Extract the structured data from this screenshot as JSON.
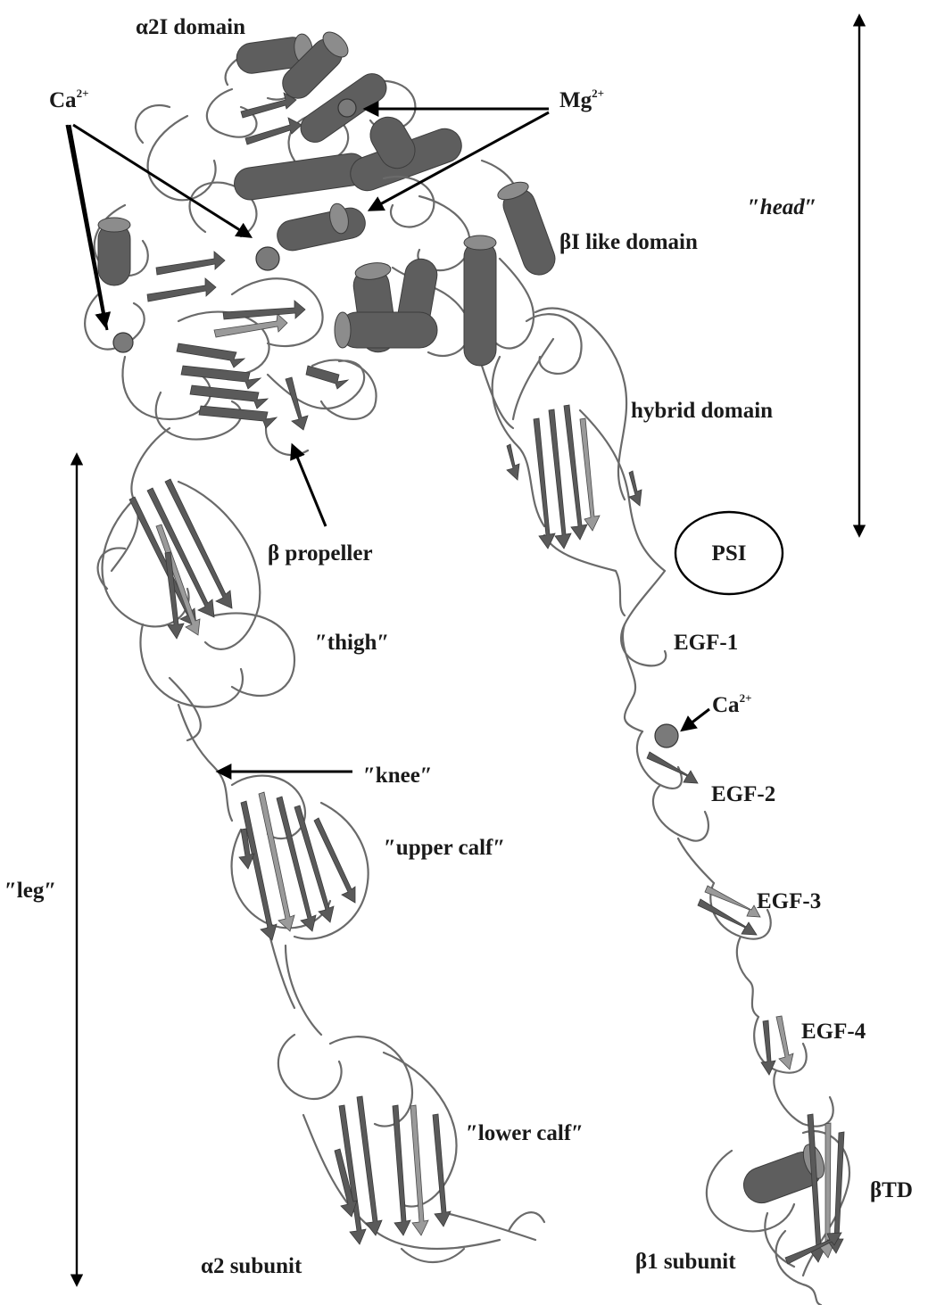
{
  "labels": {
    "a2i_domain": "α2I domain",
    "ca_top_base": "Ca",
    "ca_top_sup": "2+",
    "mg_base": "Mg",
    "mg_sup": "2+",
    "head": "″head″",
    "bi_like_domain": "βI like domain",
    "hybrid_domain": "hybrid domain",
    "psi": "PSI",
    "b_propeller": "β propeller",
    "thigh": "″thigh″",
    "egf1": "EGF-1",
    "ca_mid_base": "Ca",
    "ca_mid_sup": "2+",
    "knee": "″knee″",
    "egf2": "EGF-2",
    "upper_calf": "″upper calf″",
    "leg": "″leg″",
    "egf3": "EGF-3",
    "egf4": "EGF-4",
    "lower_calf": "″lower calf″",
    "btd": "βTD",
    "a2_subunit": "α2 subunit",
    "b1_subunit": "β1 subunit"
  },
  "colors": {
    "ribbon": "#5a5a5a",
    "loop": "#6a6a6a",
    "annotation": "#000000"
  }
}
